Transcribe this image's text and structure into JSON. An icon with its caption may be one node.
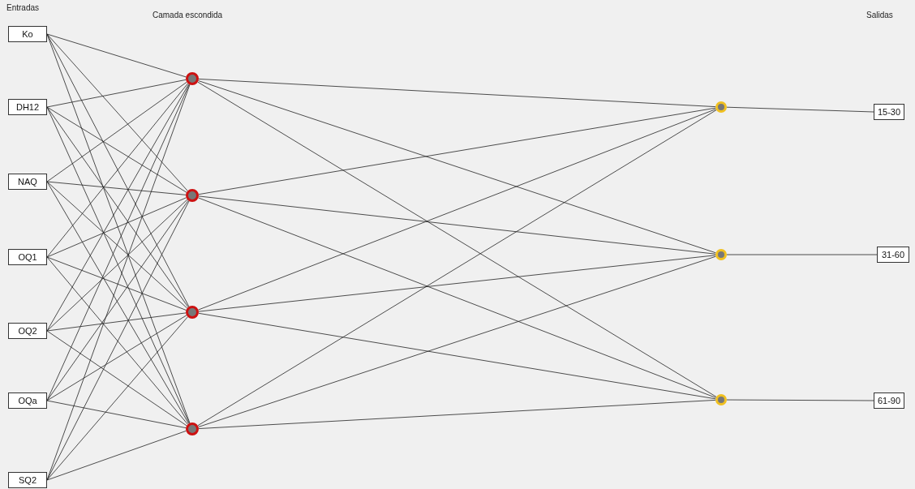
{
  "diagram": {
    "nodes": [
      {
        "text": [
          "Ko"
        ]
      },
      {
        "text": [
          "DH12"
        ]
      },
      {
        "text": [
          "NAQ"
        ]
      },
      {
        "text": [
          "OQ1"
        ]
      },
      {
        "text": [
          "OQ2"
        ]
      },
      {
        "text": [
          "OQa"
        ]
      },
      {
        "text": [
          "SQ2"
        ]
      },
      {
        "text": [],
        "shape": "circle"
      },
      {
        "text": [],
        "shape": "circle"
      },
      {
        "text": [],
        "shape": "circle"
      },
      {
        "text": [],
        "shape": "circle"
      },
      {
        "text": [],
        "shape": "circle"
      },
      {
        "text": [],
        "shape": "circle"
      },
      {
        "text": [],
        "shape": "circle"
      },
      {
        "text": [
          "15-30"
        ]
      },
      {
        "text": [
          "31-60"
        ]
      },
      {
        "text": [
          "61-90"
        ]
      }
    ],
    "edges": [
      {
        "from": 0,
        "to": 7,
        "arrow": "none"
      },
      {
        "from": 0,
        "to": 8,
        "arrow": "none"
      },
      {
        "from": 0,
        "to": 9,
        "arrow": "none"
      },
      {
        "from": 0,
        "to": 10,
        "arrow": "none"
      },
      {
        "from": 1,
        "to": 7,
        "arrow": "none"
      },
      {
        "from": 1,
        "to": 8,
        "arrow": "none"
      },
      {
        "from": 1,
        "to": 9,
        "arrow": "none"
      },
      {
        "from": 1,
        "to": 10,
        "arrow": "none"
      },
      {
        "from": 2,
        "to": 7,
        "arrow": "none"
      },
      {
        "from": 2,
        "to": 8,
        "arrow": "none"
      },
      {
        "from": 2,
        "to": 9,
        "arrow": "none"
      },
      {
        "from": 2,
        "to": 10,
        "arrow": "none"
      },
      {
        "from": 3,
        "to": 7,
        "arrow": "none"
      },
      {
        "from": 3,
        "to": 8,
        "arrow": "none"
      },
      {
        "from": 3,
        "to": 9,
        "arrow": "none"
      },
      {
        "from": 3,
        "to": 10,
        "arrow": "none"
      },
      {
        "from": 4,
        "to": 7,
        "arrow": "none"
      },
      {
        "from": 4,
        "to": 8,
        "arrow": "none"
      },
      {
        "from": 4,
        "to": 9,
        "arrow": "none"
      },
      {
        "from": 4,
        "to": 10,
        "arrow": "none"
      },
      {
        "from": 5,
        "to": 7,
        "arrow": "none"
      },
      {
        "from": 5,
        "to": 8,
        "arrow": "none"
      },
      {
        "from": 5,
        "to": 9,
        "arrow": "none"
      },
      {
        "from": 5,
        "to": 10,
        "arrow": "none"
      },
      {
        "from": 6,
        "to": 7,
        "arrow": "none"
      },
      {
        "from": 6,
        "to": 8,
        "arrow": "none"
      },
      {
        "from": 6,
        "to": 9,
        "arrow": "none"
      },
      {
        "from": 6,
        "to": 10,
        "arrow": "none"
      },
      {
        "from": 7,
        "to": 11,
        "arrow": "none"
      },
      {
        "from": 7,
        "to": 12,
        "arrow": "none"
      },
      {
        "from": 7,
        "to": 13,
        "arrow": "none"
      },
      {
        "from": 8,
        "to": 11,
        "arrow": "none"
      },
      {
        "from": 8,
        "to": 12,
        "arrow": "none"
      },
      {
        "from": 8,
        "to": 13,
        "arrow": "none"
      },
      {
        "from": 9,
        "to": 11,
        "arrow": "none"
      },
      {
        "from": 9,
        "to": 12,
        "arrow": "none"
      },
      {
        "from": 9,
        "to": 13,
        "arrow": "none"
      },
      {
        "from": 10,
        "to": 11,
        "arrow": "none"
      },
      {
        "from": 10,
        "to": 12,
        "arrow": "none"
      },
      {
        "from": 10,
        "to": 13,
        "arrow": "none"
      },
      {
        "from": 11,
        "to": 14,
        "arrow": "none"
      },
      {
        "from": 12,
        "to": 15,
        "arrow": "none"
      },
      {
        "from": 13,
        "to": 16,
        "arrow": "none"
      }
    ],
    "labels": [
      "Entradas",
      "Camada escondida",
      "Salidas"
    ]
  }
}
